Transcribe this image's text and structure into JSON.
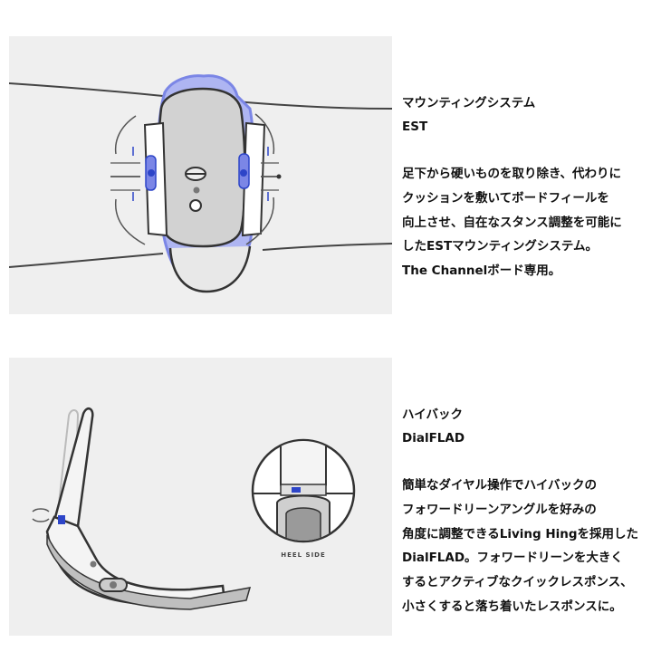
{
  "section1": {
    "title": "マウンティングシステム",
    "subtitle": "EST",
    "body_lines": [
      "足下から硬いものを取り除き、代わりに",
      "クッションを敷いてボードフィールを",
      "向上させ、自在なスタンス調整を可能に",
      "したESTマウンティングシステム。",
      "The Channelボード専用。"
    ]
  },
  "section2": {
    "title": "ハイバック",
    "subtitle": "DialFLAD",
    "body_lines": [
      "簡単なダイヤル操作でハイバックの",
      "フォワードリーンアングルを好みの",
      "角度に調整できるLiving Hingを採用した",
      "DialFLAD。フォワードリーンを大きく",
      "するとアクティブなクイックレスポンス、",
      "小さくすると落ち着いたレスポンスに。"
    ],
    "illustration_label": "HEEL SIDE"
  },
  "colors": {
    "panel_bg": "#efefef",
    "accent_blue": "#7b86e6",
    "deep_blue": "#2d45c8",
    "outline": "#333333",
    "light_gray": "#d6d6d6"
  }
}
